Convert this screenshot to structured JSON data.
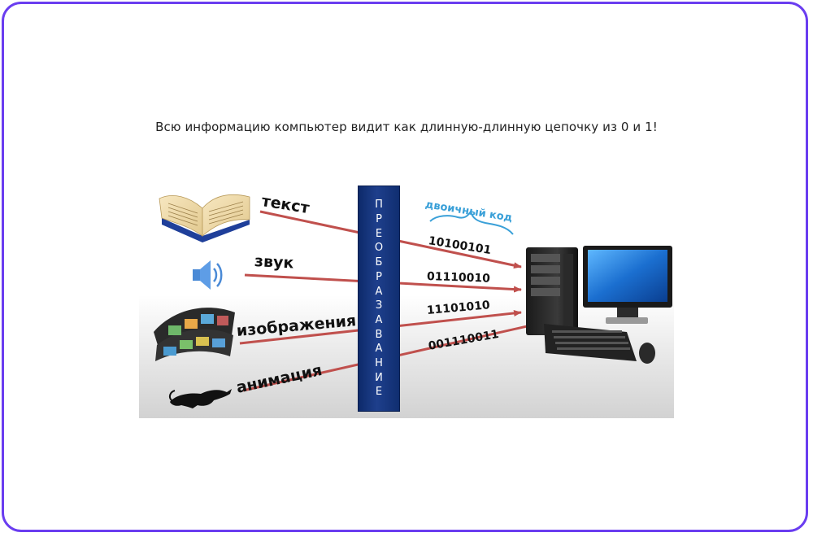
{
  "caption": "Всю информацию компьютер видит как длинную-длинную цепочку из 0 и 1!",
  "diagram": {
    "bar_text": "ПРЕОБРАЗАВАНИЕ",
    "code_label": "двоичный код",
    "inputs": [
      "текст",
      "звук",
      "изображения",
      "анимация"
    ],
    "codes": [
      "10100101",
      "01110010",
      "11101010",
      "001110011"
    ],
    "arrow_color": "#c0504d",
    "bar_color": "#1e3f8c",
    "code_label_color": "#3aa0d8",
    "icons": [
      "open-book-icon",
      "speaker-icon",
      "film-strip-icon",
      "panther-icon",
      "desktop-computer-icon"
    ]
  }
}
